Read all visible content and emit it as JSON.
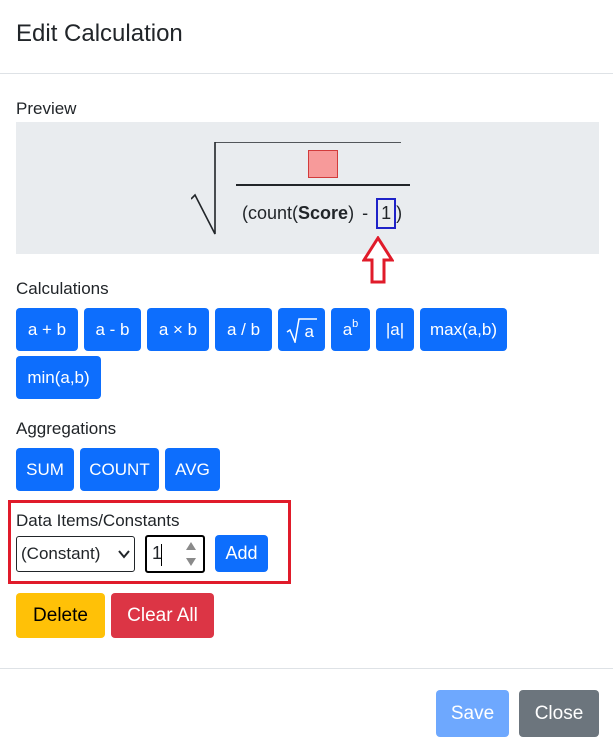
{
  "modal": {
    "title": "Edit Calculation"
  },
  "preview": {
    "label": "Preview",
    "denominator": {
      "function": "(count(",
      "field": "Score",
      "close_paren": ")",
      "operator": "-",
      "constant": "1",
      "end": ")"
    }
  },
  "calculations": {
    "label": "Calculations",
    "buttons": [
      "a + b",
      "a - b",
      "a × b",
      "a / b",
      "a",
      "a",
      "b",
      "|a|",
      "max(a,b)",
      "min(a,b)"
    ]
  },
  "aggregations": {
    "label": "Aggregations",
    "buttons": [
      "SUM",
      "COUNT",
      "AVG"
    ]
  },
  "data_items": {
    "label": "Data Items/Constants",
    "select_value": "(Constant)",
    "number_value": "1",
    "add_label": "Add"
  },
  "actions": {
    "delete_label": "Delete",
    "clear_label": "Clear All"
  },
  "footer": {
    "save_label": "Save",
    "close_label": "Close"
  },
  "colors": {
    "primary": "#0d6efd",
    "warning": "#ffc107",
    "danger": "#dc3545",
    "secondary": "#6c757d",
    "highlight": "#e01b2a"
  }
}
